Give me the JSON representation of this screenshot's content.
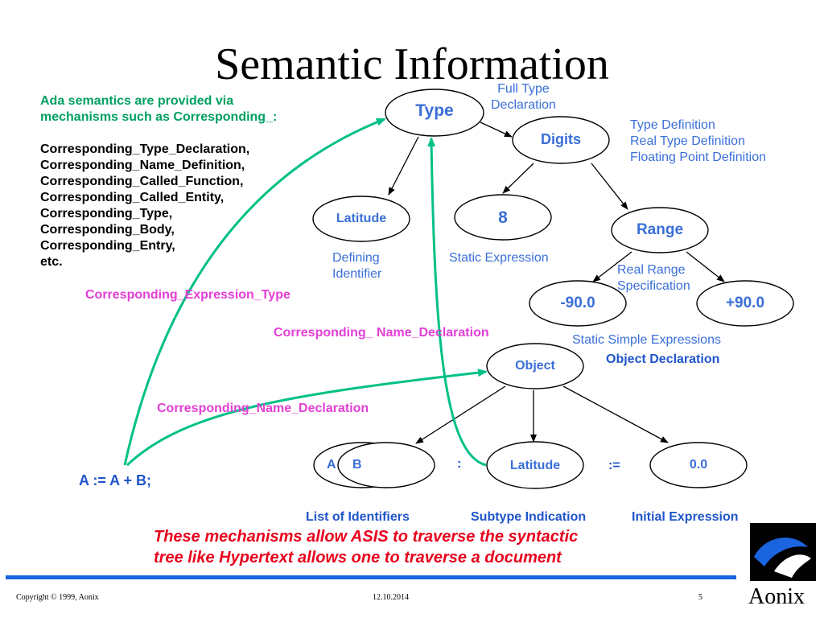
{
  "title": "Semantic Information",
  "intro": {
    "line1": "Ada semantics are provided via",
    "line2": "mechanisms such as Corresponding_:"
  },
  "mechanisms": [
    "Corresponding_Type_Declaration,",
    "Corresponding_Name_Definition,",
    "Corresponding_Called_Function,",
    "Corresponding_Called_Entity,",
    "Corresponding_Type,",
    "Corresponding_Body,",
    "Corresponding_Entry,",
    "etc."
  ],
  "nodes": {
    "type": "Type",
    "digits": "Digits",
    "latitude_top": "Latitude",
    "eight": "8",
    "range": "Range",
    "neg": "-90.0",
    "pos": "+90.0",
    "object": "Object",
    "a": "A",
    "b": "B",
    "latitude_bottom": "Latitude",
    "zero": "0.0"
  },
  "annotations": {
    "full_type_1": "Full Type",
    "full_type_2": "Declaration",
    "type_def_1": "Type Definition",
    "type_def_2": "Real Type Definition",
    "type_def_3": "Floating Point Definition",
    "defining_1": "Defining",
    "defining_2": "Identifier",
    "static_expr": "Static Expression",
    "real_range_1": "Real Range",
    "real_range_2": "Specification",
    "static_simple": "Static Simple Expressions",
    "object_decl": "Object Declaration",
    "list_ids": "List of Identifiers",
    "subtype_ind": "Subtype Indication",
    "initial_expr": "Initial Expression",
    "colon": ":",
    "assign": ":="
  },
  "links": {
    "expression_type": "Corresponding_Expression_Type",
    "name_decl_space": "Corresponding_ Name_Declaration",
    "name_decl": "Corresponding_Name_Declaration"
  },
  "statement": "A := A + B;",
  "conclusion": {
    "line1": "These mechanisms allow ASIS to traverse the syntactic",
    "line2": "tree like Hypertext allows one to traverse a document"
  },
  "footer": {
    "copyright": "Copyright © 1999, Aonix",
    "date": "12.10.2014",
    "page": "5",
    "brand": "Aonix"
  },
  "colors": {
    "accent_green": "#00c087",
    "node_blue": "#3a6fd8",
    "link_pink": "#e33ed6",
    "emphasis_red": "#e8001c",
    "rule_blue": "#1a64e0"
  }
}
